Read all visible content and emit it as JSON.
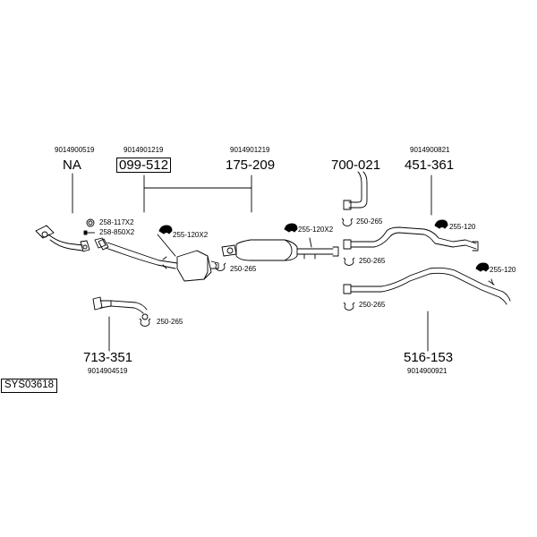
{
  "diagram_code": "SYS03618",
  "parts": [
    {
      "id": "na",
      "oe": "9014900519",
      "number": "NA"
    },
    {
      "id": "p099512",
      "oe": "9014901219",
      "number": "099-512"
    },
    {
      "id": "p175209",
      "oe": "9014901219",
      "number": "175-209"
    },
    {
      "id": "p700021",
      "oe": "",
      "number": "700-021"
    },
    {
      "id": "p451361",
      "oe": "9014900821",
      "number": "451-361"
    },
    {
      "id": "p713351",
      "oe": "9014904519",
      "number": "713-351"
    },
    {
      "id": "p516153",
      "oe": "9014900921",
      "number": "516-153"
    }
  ],
  "accessories": [
    {
      "id": "a1",
      "label": "258-117X2",
      "icon": "gasket-ring-icon"
    },
    {
      "id": "a2",
      "label": "258-850X2",
      "icon": "bolt-icon"
    },
    {
      "id": "a3",
      "label": "255-120X2",
      "icon": "rubber-hanger-icon"
    },
    {
      "id": "a4",
      "label": "250-265",
      "icon": "clamp-icon"
    },
    {
      "id": "a5",
      "label": "255-120X2",
      "icon": "rubber-hanger-icon"
    },
    {
      "id": "a6",
      "label": "250-265",
      "icon": "clamp-icon"
    },
    {
      "id": "a7",
      "label": "250-265",
      "icon": "clamp-icon"
    },
    {
      "id": "a8",
      "label": "255-120",
      "icon": "rubber-hanger-icon"
    },
    {
      "id": "a9",
      "label": "250-265",
      "icon": "clamp-icon"
    },
    {
      "id": "a10",
      "label": "255-120",
      "icon": "rubber-hanger-icon"
    },
    {
      "id": "a11",
      "label": "250-265",
      "icon": "clamp-icon"
    }
  ]
}
